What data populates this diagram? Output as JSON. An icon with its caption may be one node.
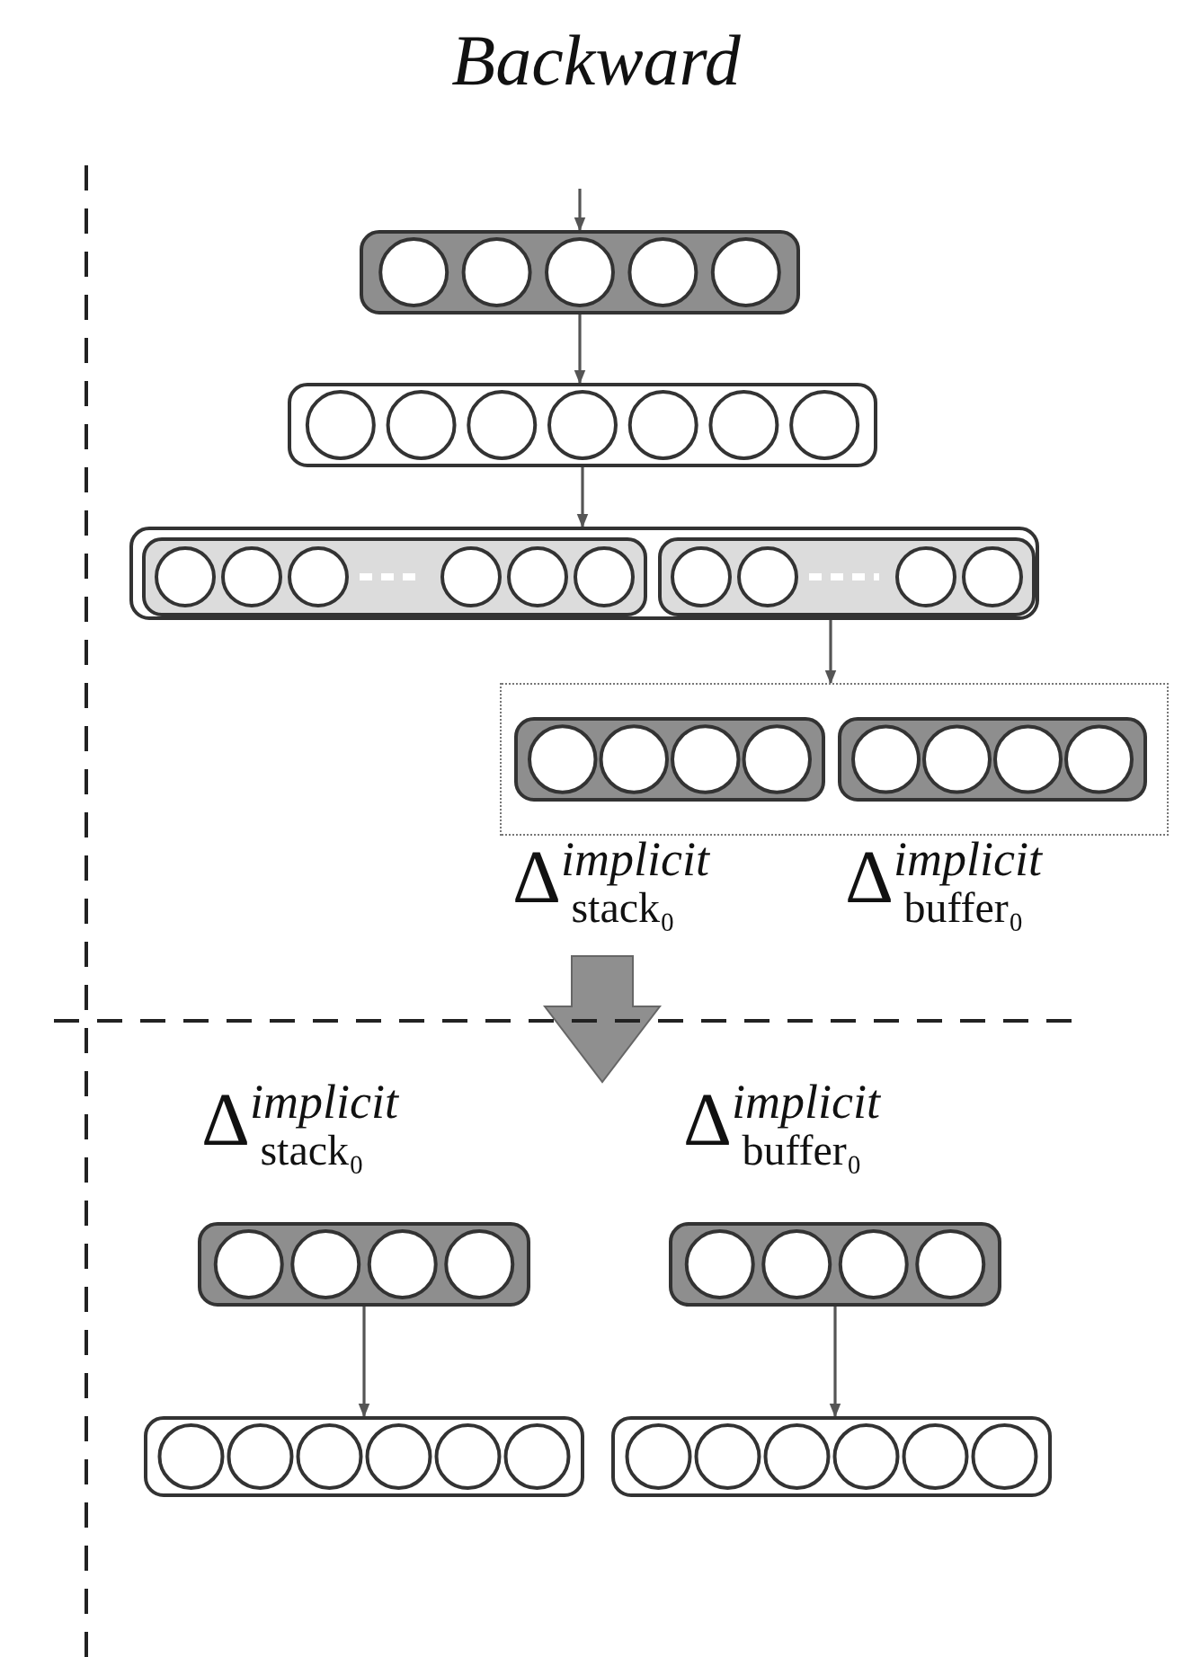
{
  "diagram": {
    "title": "Backward",
    "nodes": [
      {
        "text": [],
        "shape": "box"
      },
      {
        "text": [],
        "shape": "box"
      },
      {
        "text": [],
        "shape": "box"
      },
      {
        "text": [],
        "shape": "box",
        "in": 2
      },
      {
        "text": [],
        "shape": "box",
        "in": 2
      },
      {
        "text": [],
        "shape": "box"
      },
      {
        "text": [],
        "shape": "box",
        "in": 5,
        "beside": [
          "Δ$^{implicit}$$_{stack₀}$"
        ]
      },
      {
        "text": [],
        "shape": "box",
        "in": 5,
        "beside": [
          "Δ$^{implicit}$$_{buffer₀}$"
        ]
      },
      {
        "text": [],
        "shape": "box",
        "beside": [
          "Δ$^{implicit}$$_{stack₀}$"
        ]
      },
      {
        "text": [],
        "shape": "box",
        "beside": [
          "Δ$^{implicit}$$_{buffer₀}$"
        ]
      },
      {
        "text": [],
        "shape": "box"
      },
      {
        "text": [],
        "shape": "box"
      }
    ],
    "edges": [
      {
        "from": null,
        "to": 0,
        "arrow": "to"
      },
      {
        "from": 0,
        "to": 1,
        "arrow": "to"
      },
      {
        "from": 1,
        "to": 2,
        "arrow": "to"
      },
      {
        "from": 4,
        "to": 5,
        "arrow": "to"
      },
      {
        "from": 8,
        "to": 10,
        "arrow": "to"
      },
      {
        "from": 9,
        "to": 11,
        "arrow": "to"
      }
    ]
  }
}
